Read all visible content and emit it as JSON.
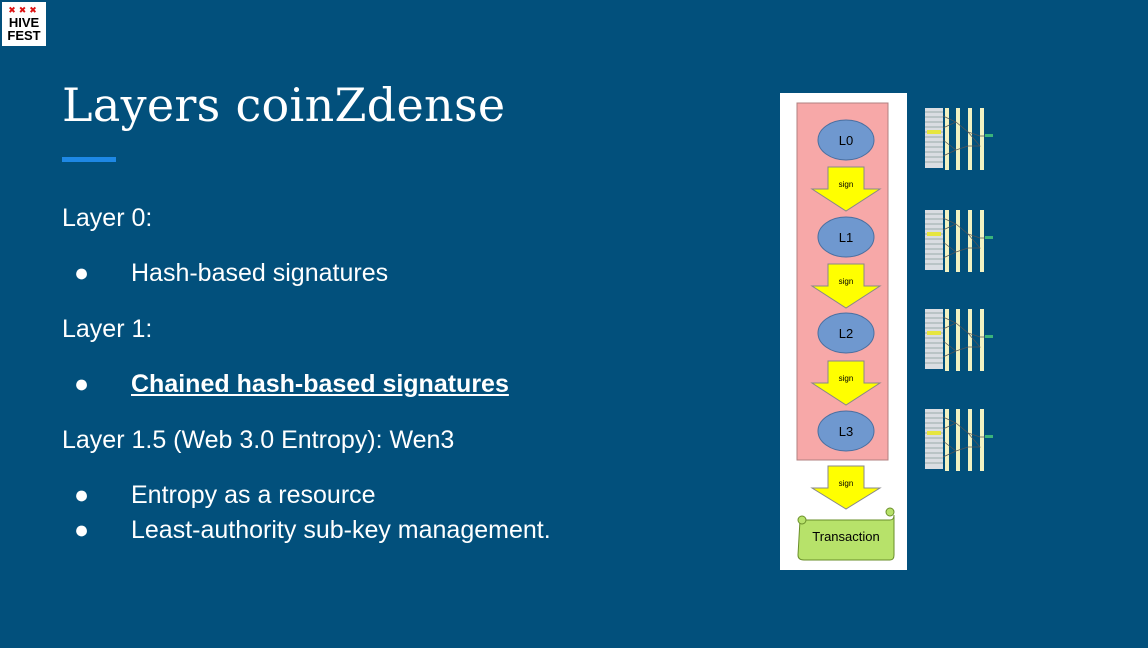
{
  "logo": {
    "crosses": "✖✖✖",
    "line1": "HIVE",
    "line2": "FEST"
  },
  "slide": {
    "title": "Layers coinZdense",
    "sections": [
      {
        "heading": "Layer 0:",
        "bullets": [
          "Hash-based signatures"
        ]
      },
      {
        "heading": "Layer 1:",
        "bullets": [
          "Chained hash-based signatures"
        ]
      },
      {
        "heading": "Layer 1.5 (Web 3.0 Entropy): Wen3",
        "bullets": [
          "Entropy as a resource",
          "Least-authority sub-key management."
        ]
      }
    ]
  },
  "diagram": {
    "layers": [
      "L0",
      "L1",
      "L2",
      "L3"
    ],
    "arrow_label": "sign",
    "transaction_label": "Transaction",
    "colors": {
      "panel_bg": "#f7a8a8",
      "ellipse": "#6f98cf",
      "arrow": "#ffff00",
      "scroll": "#b7e26a"
    }
  }
}
